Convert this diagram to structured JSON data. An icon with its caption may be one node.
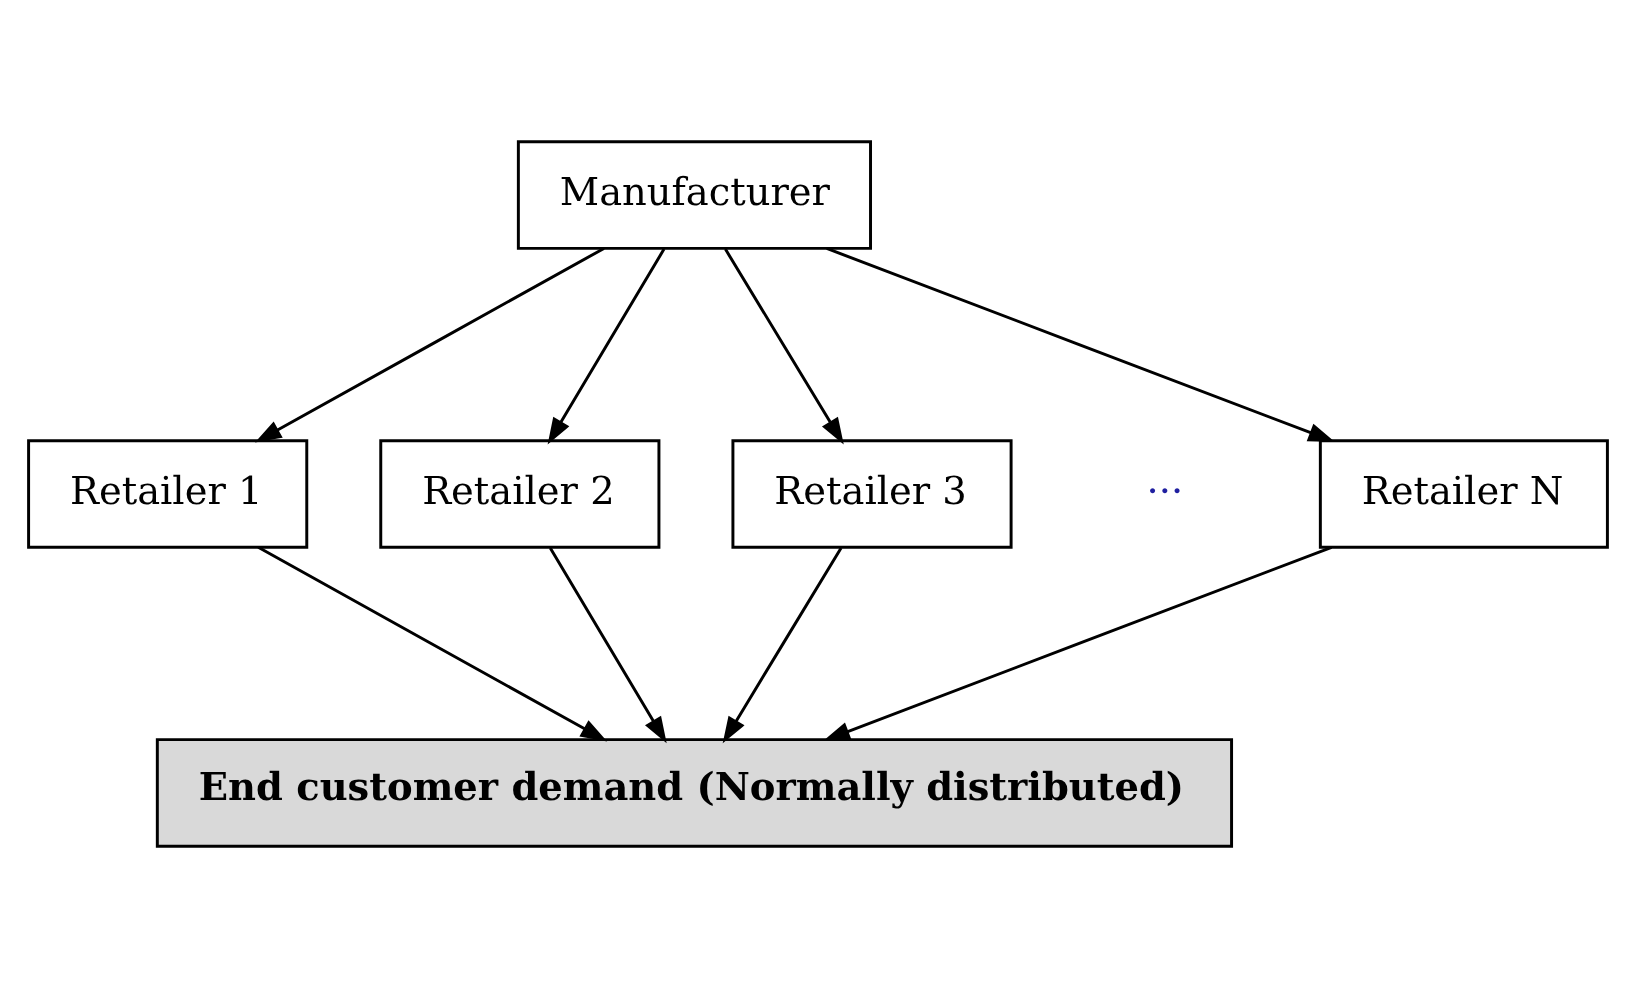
{
  "diagram": {
    "nodes": [
      {
        "text": [
          "Manufacturer"
        ]
      },
      {
        "text": [
          "Retailer 1"
        ]
      },
      {
        "text": [
          "Retailer 2"
        ]
      },
      {
        "text": [
          "Retailer 3"
        ]
      },
      {
        "text": [
          "Retailer N"
        ]
      },
      {
        "text": [
          "End customer demand (Normally distributed)"
        ]
      }
    ],
    "edges": [
      {
        "from": 0,
        "to": 1,
        "arrow": "to"
      },
      {
        "from": 0,
        "to": 2,
        "arrow": "to"
      },
      {
        "from": 0,
        "to": 3,
        "arrow": "to"
      },
      {
        "from": 0,
        "to": 4,
        "arrow": "to"
      },
      {
        "from": 1,
        "to": 5,
        "arrow": "to"
      },
      {
        "from": 2,
        "to": 5,
        "arrow": "to"
      },
      {
        "from": 3,
        "to": 5,
        "arrow": "to"
      },
      {
        "from": 4,
        "to": 5,
        "arrow": "to"
      }
    ],
    "labels": [
      "···"
    ]
  }
}
